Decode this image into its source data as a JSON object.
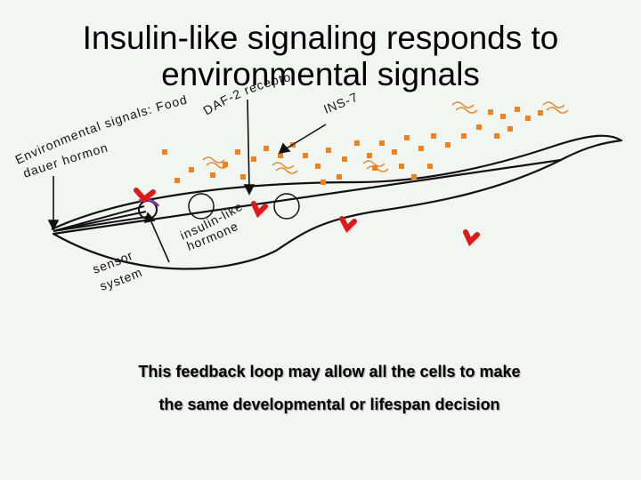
{
  "slide": {
    "title_line1": "Insulin-like signaling responds to",
    "title_line2": "environmental signals",
    "caption_line1": "This feedback loop may allow all the cells to make",
    "caption_line2": "the same developmental or lifespan decision"
  },
  "labels": {
    "env_line1": "Environmental signals: Food,",
    "env_line2": "dauer hormone",
    "daf2": "DAF-2 receptor",
    "ins7": "INS-7",
    "insulin_like_line1": "insulin-like",
    "insulin_like_line2": "hormone",
    "sensory_line1": "sensory",
    "sensory_line2": "system"
  },
  "colors": {
    "molecule": "#f0821e",
    "receptor": "#e01818",
    "worm_outline": "#111111",
    "neuron_accent": "#7a3fa0"
  }
}
